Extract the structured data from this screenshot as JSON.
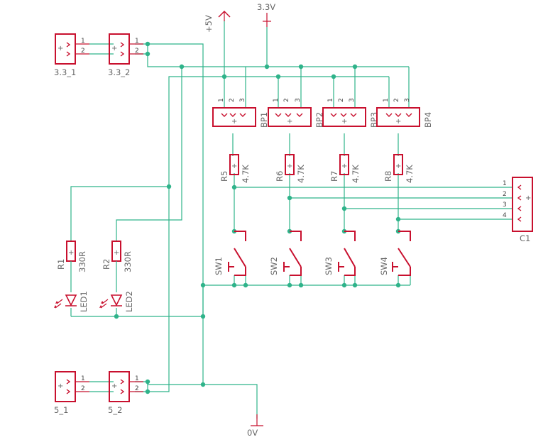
{
  "supplies": {
    "v5": "+5V",
    "v33": "3.3V",
    "gnd": "0V"
  },
  "connectors": {
    "c33_1": "3.3_1",
    "c33_2": "3.3_2",
    "c5_1": "5_1",
    "c5_2": "5_2",
    "c1": "C1",
    "pin1": "1",
    "pin2": "2",
    "pin3": "3",
    "pin4": "4"
  },
  "buttons_pwr": [
    "BP1",
    "BP2",
    "BP3",
    "BP4"
  ],
  "pullups": [
    {
      "ref": "R5",
      "value": "4.7K"
    },
    {
      "ref": "R6",
      "value": "4.7K"
    },
    {
      "ref": "R7",
      "value": "4.7K"
    },
    {
      "ref": "R8",
      "value": "4.7K"
    }
  ],
  "switches": [
    "SW1",
    "SW2",
    "SW3",
    "SW4"
  ],
  "led_resistors": [
    {
      "ref": "R1",
      "value": "330R"
    },
    {
      "ref": "R2",
      "value": "330R"
    }
  ],
  "leds": [
    "LED1",
    "LED2"
  ],
  "symbols": {
    "plus": "+"
  },
  "colors": {
    "wire": "#2fb38a",
    "part": "#c8102e",
    "text": "#666666"
  }
}
